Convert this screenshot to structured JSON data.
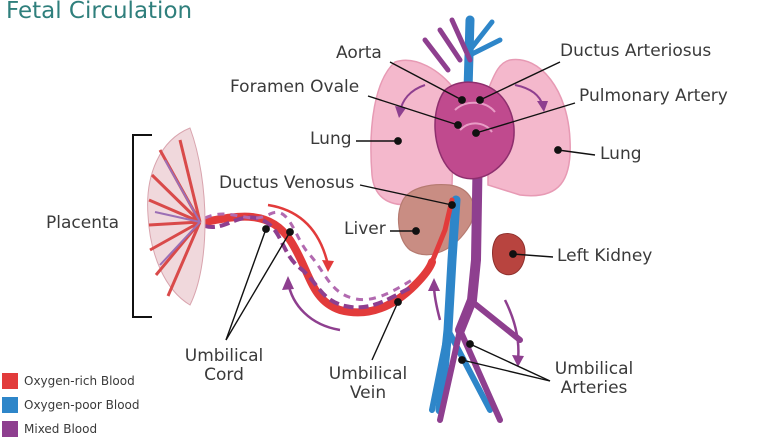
{
  "title": "Fetal Circulation",
  "labels": {
    "aorta": "Aorta",
    "ductus_arteriosus": "Ductus Arteriosus",
    "foramen_ovale": "Foramen Ovale",
    "pulmonary_artery": "Pulmonary Artery",
    "lung_left": "Lung",
    "lung_right": "Lung",
    "ductus_venosus": "Ductus Venosus",
    "liver": "Liver",
    "left_kidney": "Left Kidney",
    "placenta": "Placenta",
    "umbilical_cord_line1": "Umbilical",
    "umbilical_cord_line2": "Cord",
    "umbilical_vein_line1": "Umbilical",
    "umbilical_vein_line2": "Vein",
    "umbilical_arteries_line1": "Umbilical",
    "umbilical_arteries_line2": "Arteries"
  },
  "legend": [
    {
      "label": "Oxygen-rich Blood",
      "color": "#e23b3b"
    },
    {
      "label": "Oxygen-poor Blood",
      "color": "#2e86c9"
    },
    {
      "label": "Mixed Blood",
      "color": "#8e3f8f"
    }
  ],
  "colors": {
    "oxygen_rich": "#e23b3b",
    "oxygen_poor": "#2e86c9",
    "mixed": "#8e3f8f",
    "lung": "#f4b8cc",
    "heart": "#c04a8e",
    "liver": "#c98d83",
    "kidney": "#b8443f",
    "title": "#2f7f7c"
  }
}
